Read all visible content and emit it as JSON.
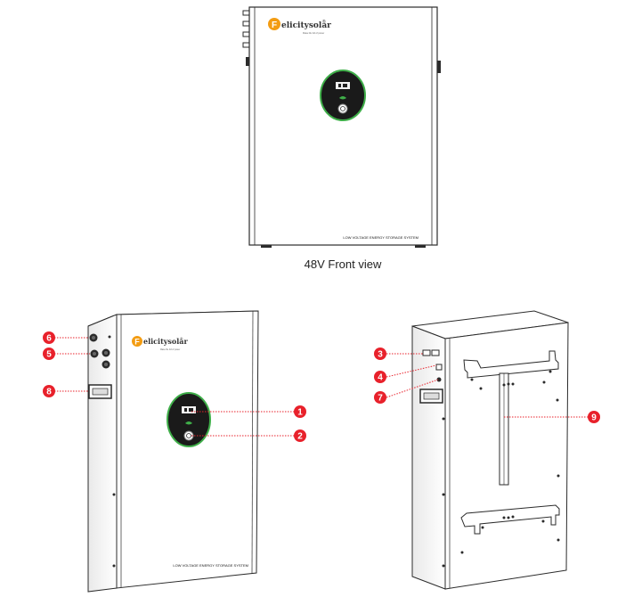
{
  "front": {
    "brand_initial": "F",
    "brand_word": "elicitysolar",
    "brand_reg": "®",
    "tagline": "Make life full of power",
    "system_label": "LOW VOLTAGE ENERGY STORAGE SYSTEM",
    "caption": "48V Front view"
  },
  "side_front": {
    "brand_initial": "F",
    "brand_word": "elicitysolar",
    "brand_reg": "®",
    "tagline": "Make life full of power",
    "system_label": "LOW VOLTAGE ENERGY STORAGE SYSTEM"
  },
  "callouts": [
    {
      "number": "1"
    },
    {
      "number": "2"
    },
    {
      "number": "3"
    },
    {
      "number": "4"
    },
    {
      "number": "5"
    },
    {
      "number": "6"
    },
    {
      "number": "7"
    },
    {
      "number": "8"
    },
    {
      "number": "9"
    }
  ],
  "colors": {
    "callout_red": "#e8212b",
    "brand_orange": "#f39c12",
    "ring_green": "#3fae49",
    "outline": "#2b2b2b"
  }
}
